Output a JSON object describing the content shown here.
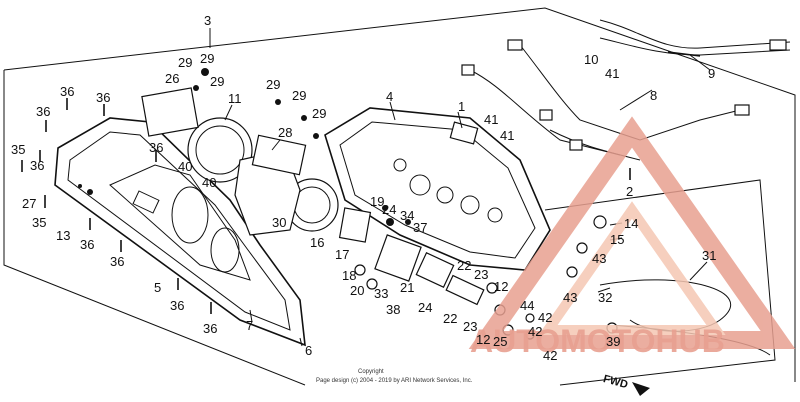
{
  "callouts": [
    {
      "id": "c3",
      "text": "3"
    },
    {
      "id": "c29a",
      "text": "29"
    },
    {
      "id": "c29b",
      "text": "29"
    },
    {
      "id": "c26",
      "text": "26"
    },
    {
      "id": "c29c",
      "text": "29"
    },
    {
      "id": "c11",
      "text": "11"
    },
    {
      "id": "c29d",
      "text": "29"
    },
    {
      "id": "c29e",
      "text": "29"
    },
    {
      "id": "c29f",
      "text": "29"
    },
    {
      "id": "c4",
      "text": "4"
    },
    {
      "id": "c1",
      "text": "1"
    },
    {
      "id": "c10",
      "text": "10"
    },
    {
      "id": "c41a",
      "text": "41"
    },
    {
      "id": "c9",
      "text": "9"
    },
    {
      "id": "c8",
      "text": "8"
    },
    {
      "id": "c41b",
      "text": "41"
    },
    {
      "id": "c41c",
      "text": "41"
    },
    {
      "id": "c36a",
      "text": "36"
    },
    {
      "id": "c36b",
      "text": "36"
    },
    {
      "id": "c36c",
      "text": "36"
    },
    {
      "id": "c28",
      "text": "28"
    },
    {
      "id": "c36d",
      "text": "36"
    },
    {
      "id": "c35a",
      "text": "35"
    },
    {
      "id": "c36e",
      "text": "36"
    },
    {
      "id": "c40a",
      "text": "40"
    },
    {
      "id": "c40b",
      "text": "40"
    },
    {
      "id": "c27",
      "text": "27"
    },
    {
      "id": "c35b",
      "text": "35"
    },
    {
      "id": "c13",
      "text": "13"
    },
    {
      "id": "c36f",
      "text": "36"
    },
    {
      "id": "c36g",
      "text": "36"
    },
    {
      "id": "c30",
      "text": "30"
    },
    {
      "id": "c16",
      "text": "16"
    },
    {
      "id": "c19",
      "text": "19"
    },
    {
      "id": "c24a",
      "text": "24"
    },
    {
      "id": "c34",
      "text": "34"
    },
    {
      "id": "c37",
      "text": "37"
    },
    {
      "id": "c2",
      "text": "2"
    },
    {
      "id": "c14",
      "text": "14"
    },
    {
      "id": "c15",
      "text": "15"
    },
    {
      "id": "c17",
      "text": "17"
    },
    {
      "id": "c18",
      "text": "18"
    },
    {
      "id": "c20",
      "text": "20"
    },
    {
      "id": "c33",
      "text": "33"
    },
    {
      "id": "c21",
      "text": "21"
    },
    {
      "id": "c22a",
      "text": "22"
    },
    {
      "id": "c23a",
      "text": "23"
    },
    {
      "id": "c12a",
      "text": "12"
    },
    {
      "id": "c43a",
      "text": "43"
    },
    {
      "id": "c31",
      "text": "31"
    },
    {
      "id": "c43b",
      "text": "43"
    },
    {
      "id": "c32",
      "text": "32"
    },
    {
      "id": "c5",
      "text": "5"
    },
    {
      "id": "c36h",
      "text": "36"
    },
    {
      "id": "c7",
      "text": "7"
    },
    {
      "id": "c36i",
      "text": "36"
    },
    {
      "id": "c38",
      "text": "38"
    },
    {
      "id": "c24b",
      "text": "24"
    },
    {
      "id": "c22b",
      "text": "22"
    },
    {
      "id": "c23b",
      "text": "23"
    },
    {
      "id": "c44",
      "text": "44"
    },
    {
      "id": "c42a",
      "text": "42"
    },
    {
      "id": "c42b",
      "text": "42"
    },
    {
      "id": "c25",
      "text": "25"
    },
    {
      "id": "c12b",
      "text": "12"
    },
    {
      "id": "c42c",
      "text": "42"
    },
    {
      "id": "c39",
      "text": "39"
    },
    {
      "id": "c6",
      "text": "6"
    }
  ],
  "footer": {
    "copyright": "Copyright",
    "page_design": "Page design (c) 2004 - 2019 by ARI Network Services, Inc."
  },
  "fwd_label": "FWD",
  "watermark": {
    "text": "AUTOMOTOHUB",
    "primary_color": "#e8a090",
    "accent_color": "#f5c7b3"
  },
  "colors": {
    "ink": "#111111",
    "background": "#ffffff"
  }
}
